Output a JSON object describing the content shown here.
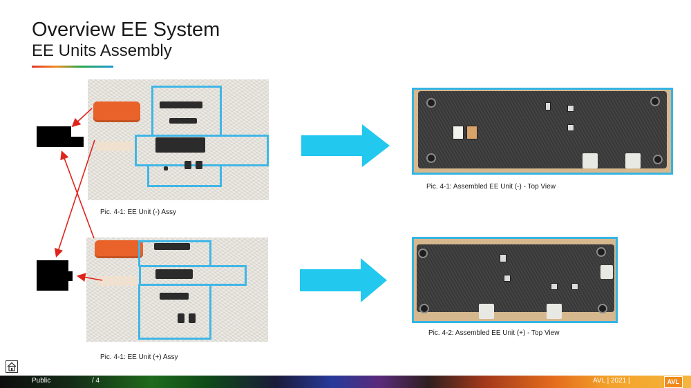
{
  "slide": {
    "title": "Overview EE System",
    "subtitle": "EE Units Assembly"
  },
  "captions": {
    "assy_minus": "Pic. 4-1: EE Unit (-) Assy",
    "assy_plus": "Pic. 4-1: EE Unit (+) Assy",
    "assembled_minus": "Pic. 4-1: Assembled EE Unit (-) - Top View",
    "assembled_plus": "Pic. 4-2: Assembled EE Unit (+) - Top View"
  },
  "footer": {
    "classification": "Public",
    "page": "/ 4",
    "company_year": "AVL | 2021 |",
    "logo_text": "AVL"
  },
  "colors": {
    "accent_blue": "#3fb6e6",
    "arrow_cyan": "#22c8ee",
    "red_arrow": "#e0241b",
    "orange": "#e8622a"
  },
  "icons": [
    "home-icon",
    "right-arrow-icon",
    "avl-logo"
  ]
}
